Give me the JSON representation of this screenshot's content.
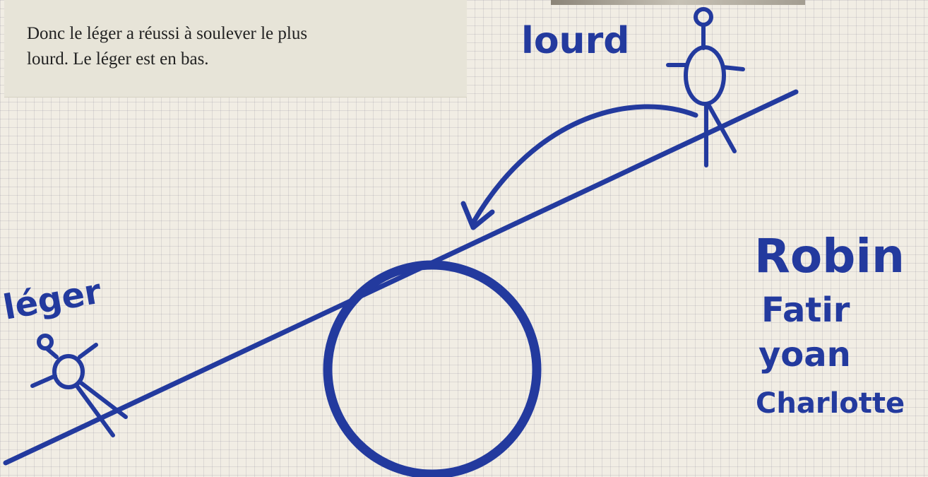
{
  "caption": {
    "line1": "Donc le léger a réussi à soulever le plus",
    "line2": "lourd. Le léger est en bas."
  },
  "labels": {
    "heavy": "lourd",
    "light": "léger"
  },
  "names": [
    "Robin",
    "Fatir",
    "yoan",
    "Charlotte"
  ],
  "colors": {
    "ink": "#233a9e",
    "paper": "#f1ede4",
    "caption_background": "#e7e4d8"
  }
}
